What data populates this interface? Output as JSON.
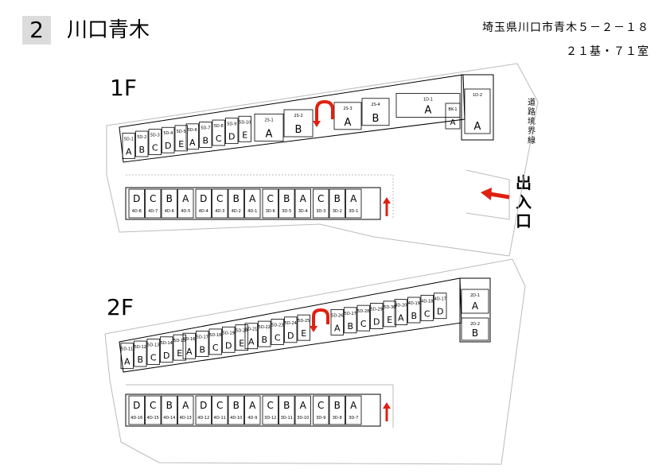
{
  "header": {
    "number": "2",
    "title": "川口青木",
    "address": "埼玉県川口市青木５－２－１８",
    "count": "２１基・７１室"
  },
  "floors": [
    {
      "label": "1F",
      "upper_units": [
        {
          "id": "5D-1",
          "letter": "A"
        },
        {
          "id": "5D-2",
          "letter": "B"
        },
        {
          "id": "5D-3",
          "letter": "C"
        },
        {
          "id": "5D-4",
          "letter": "D"
        },
        {
          "id": "5D-5",
          "letter": "E"
        },
        {
          "id": "5D-6",
          "letter": "A"
        },
        {
          "id": "5D-7",
          "letter": "B"
        },
        {
          "id": "5D-8",
          "letter": "C"
        },
        {
          "id": "5D-9",
          "letter": "D"
        },
        {
          "id": "5D-10",
          "letter": "E"
        },
        {
          "id": "2S-1",
          "letter": "A"
        },
        {
          "id": "2S-2",
          "letter": "B"
        },
        {
          "id": "2S-3",
          "letter": "A"
        },
        {
          "id": "2S-4",
          "letter": "B"
        },
        {
          "id": "1D-1",
          "letter": "A"
        },
        {
          "id": "BK-1",
          "letter": "A"
        },
        {
          "id": "1D-2",
          "letter": "A"
        }
      ],
      "lower_units": [
        {
          "id": "4D-8",
          "letter": "D"
        },
        {
          "id": "4D-7",
          "letter": "C"
        },
        {
          "id": "4D-6",
          "letter": "B"
        },
        {
          "id": "4D-5",
          "letter": "A"
        },
        {
          "id": "4D-4",
          "letter": "D"
        },
        {
          "id": "4D-3",
          "letter": "C"
        },
        {
          "id": "4D-2",
          "letter": "B"
        },
        {
          "id": "4D-1",
          "letter": "A"
        },
        {
          "id": "3D-6",
          "letter": "C"
        },
        {
          "id": "3D-5",
          "letter": "B"
        },
        {
          "id": "3D-4",
          "letter": "A"
        },
        {
          "id": "3D-3",
          "letter": "C"
        },
        {
          "id": "3D-2",
          "letter": "B"
        },
        {
          "id": "3D-1",
          "letter": "A"
        }
      ],
      "road_label": "道路境界線",
      "entrance_label": "出入口"
    },
    {
      "label": "2F",
      "upper_units": [
        {
          "id": "5D-11",
          "letter": "A"
        },
        {
          "id": "5D-12",
          "letter": "B"
        },
        {
          "id": "5D-13",
          "letter": "C"
        },
        {
          "id": "5D-14",
          "letter": "D"
        },
        {
          "id": "5D-15",
          "letter": "E"
        },
        {
          "id": "5D-16",
          "letter": "A"
        },
        {
          "id": "5D-17",
          "letter": "B"
        },
        {
          "id": "5D-18",
          "letter": "C"
        },
        {
          "id": "5D-19",
          "letter": "D"
        },
        {
          "id": "5D-20",
          "letter": "E"
        },
        {
          "id": "5D-21",
          "letter": "A"
        },
        {
          "id": "5D-22",
          "letter": "B"
        },
        {
          "id": "5D-23",
          "letter": "C"
        },
        {
          "id": "5D-24",
          "letter": "D"
        },
        {
          "id": "5D-25",
          "letter": "E"
        },
        {
          "id": "5D-26",
          "letter": "A"
        },
        {
          "id": "5D-27",
          "letter": "B"
        },
        {
          "id": "5D-28",
          "letter": "C"
        },
        {
          "id": "5D-29",
          "letter": "D"
        },
        {
          "id": "5D-30",
          "letter": "E"
        },
        {
          "id": "4D-20",
          "letter": "A"
        },
        {
          "id": "4D-19",
          "letter": "B"
        },
        {
          "id": "4D-18",
          "letter": "C"
        },
        {
          "id": "4D-17",
          "letter": "D"
        },
        {
          "id": "2D-1",
          "letter": "A"
        },
        {
          "id": "2D-2",
          "letter": "B"
        }
      ],
      "lower_units": [
        {
          "id": "4D-16",
          "letter": "D"
        },
        {
          "id": "4D-15",
          "letter": "C"
        },
        {
          "id": "4D-14",
          "letter": "B"
        },
        {
          "id": "4D-13",
          "letter": "A"
        },
        {
          "id": "4D-12",
          "letter": "D"
        },
        {
          "id": "4D-11",
          "letter": "C"
        },
        {
          "id": "4D-10",
          "letter": "B"
        },
        {
          "id": "4D-9",
          "letter": "A"
        },
        {
          "id": "3D-12",
          "letter": "C"
        },
        {
          "id": "3D-11",
          "letter": "B"
        },
        {
          "id": "3D-10",
          "letter": "A"
        },
        {
          "id": "3D-9",
          "letter": "C"
        },
        {
          "id": "3D-8",
          "letter": "B"
        },
        {
          "id": "3D-7",
          "letter": "A"
        }
      ]
    }
  ],
  "colors": {
    "arrow": "#e02010",
    "header_box": "#dcdcdc",
    "site_outline": "#bbbbbb"
  },
  "icons": [
    "stair-up-arrow-icon",
    "stair-turn-arrow-icon",
    "entrance-arrow-icon"
  ]
}
